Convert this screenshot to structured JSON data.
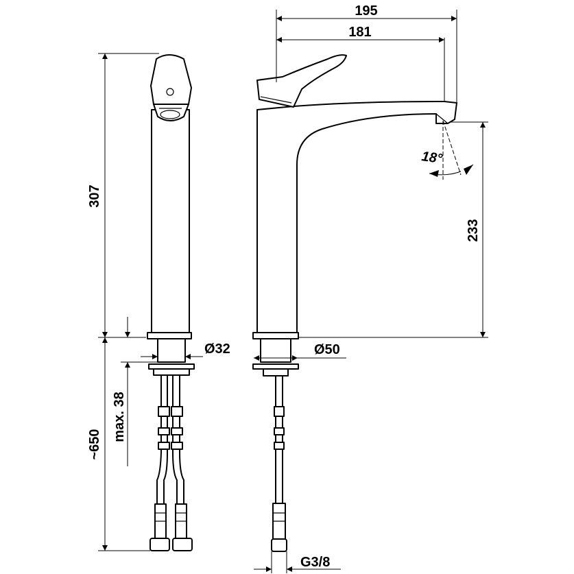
{
  "dimensions": {
    "total_width": "195",
    "spout_reach": "181",
    "total_height": "307",
    "spout_height": "233",
    "spout_angle": "18°",
    "base_diameter_side": "Ø32",
    "base_diameter_front": "Ø50",
    "max_mount_thickness": "max. 38",
    "hose_length": "~650",
    "connection_thread": "G3/8"
  }
}
